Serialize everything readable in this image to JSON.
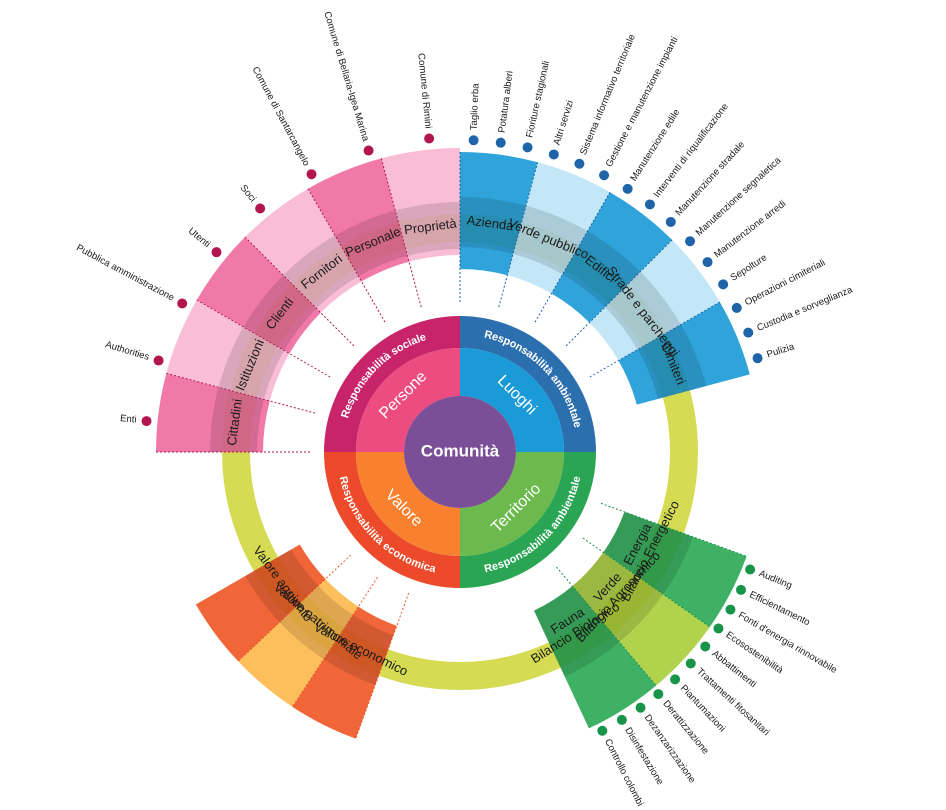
{
  "center": {
    "label": "Comunità",
    "color": "#7a4f98"
  },
  "quadrants": [
    {
      "id": "persone",
      "label": "Persone",
      "ring_label": "Responsabilità sociale",
      "color": "#ec4c7f",
      "ring_color": "#c7246a"
    },
    {
      "id": "luoghi",
      "label": "Luoghi",
      "ring_label": "Responsabilità ambientale",
      "color": "#1a9bd7",
      "ring_color": "#2c6fae"
    },
    {
      "id": "territorio",
      "label": "Territorio",
      "ring_label": "Responsabilità ambientale",
      "color": "#6cba4e",
      "ring_color": "#2aa554"
    },
    {
      "id": "valore",
      "label": "Valore",
      "ring_label": "Responsabilità economica",
      "color": "#f7812f",
      "ring_color": "#ec4a2a"
    }
  ],
  "ring_color": "#d5dc53",
  "groups": {
    "persone": {
      "categories": [
        "Cittadini",
        "Istituzioni",
        "Clienti",
        "Fornitori",
        "Personale",
        "Proprietà"
      ],
      "leaves": [
        {
          "text": "Enti"
        },
        {
          "text": "Authorities"
        },
        {
          "text": "Pubblica amministrazione"
        },
        {
          "text": "Utenti"
        },
        {
          "text": "Soci"
        },
        {
          "text": "Comune di Santarcangelo"
        },
        {
          "text": "Comune di Bellaria-Igea Marina"
        },
        {
          "text": "Comune di Rimini"
        }
      ],
      "colors": {
        "dark": "#f06aa0",
        "light": "#f8b7d0",
        "dot": "#b3164f"
      }
    },
    "luoghi": {
      "categories": [
        "Azienda",
        "Verde pubblico",
        "Edifici",
        "Strade e parcheggi",
        "Cimiteri"
      ],
      "leaves": [
        {
          "text": "Taglio erba"
        },
        {
          "text": "Potatura alberi"
        },
        {
          "text": "Fioriture stagionali"
        },
        {
          "text": "Altri servizi"
        },
        {
          "text": "Sistema informativo territoriale"
        },
        {
          "text": "Gestione e manutenzione impianti"
        },
        {
          "text": "Manutenzione edile"
        },
        {
          "text": "Interventi di riqualificazione"
        },
        {
          "text": "Manutenzione stradale"
        },
        {
          "text": "Manutenzione segnaletica"
        },
        {
          "text": "Manutenzione arredi"
        },
        {
          "text": "Sepolture"
        },
        {
          "text": "Operazioni cimiteriali"
        },
        {
          "text": "Custodia e sorveglianza"
        },
        {
          "text": "Pulizia"
        }
      ],
      "colors": {
        "dark": "#1a9ad6",
        "light": "#bde4f6",
        "dot": "#1f63a8"
      }
    },
    "territorio": {
      "categories": [
        "Energia\nBilancio Energetico",
        "Verde\nBilancio Agronomico",
        "Fauna\nBilancio Biologico"
      ],
      "leaves": [
        {
          "text": "Auditing"
        },
        {
          "text": "Efficientamento"
        },
        {
          "text": "Fonti d'energia rinnovabile"
        },
        {
          "text": "Ecosostenibilità"
        },
        {
          "text": "Abbattimenti"
        },
        {
          "text": "Trattamenti fitosanitari"
        },
        {
          "text": "Piantumazioni"
        },
        {
          "text": "Derattizzazione"
        },
        {
          "text": "Dezanzarizzazione"
        },
        {
          "text": "Disinfestazione"
        },
        {
          "text": "Controllo colombi"
        }
      ],
      "colors": {
        "dark": "#2aa854",
        "light": "#a9cd3a",
        "dot": "#18944a"
      }
    },
    "valore": {
      "categories": [
        "Valore economico",
        "Valore patrimoniale",
        "Valore aggiunto"
      ],
      "leaves": [],
      "colors": {
        "dark": "#ee5524",
        "light": "#fdb74a",
        "dot": "#ee5524"
      }
    }
  }
}
